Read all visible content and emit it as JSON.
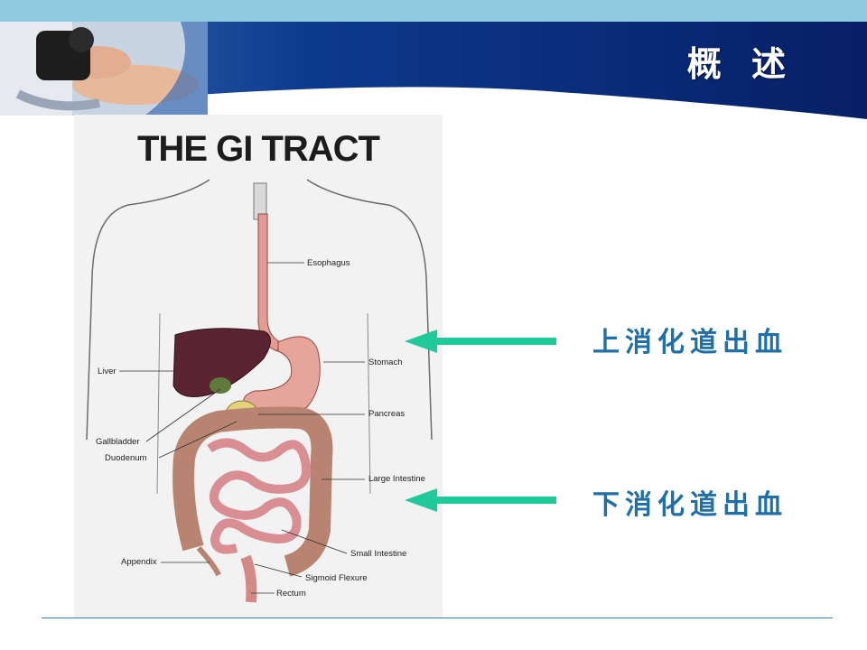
{
  "header": {
    "title": "概 述"
  },
  "figure": {
    "title": "THE GI TRACT",
    "labels": {
      "esophagus": "Esophagus",
      "stomach": "Stomach",
      "liver": "Liver",
      "pancreas": "Pancreas",
      "gallbladder": "Gallbladder",
      "duodenum": "Duodenum",
      "large_intestine": "Large Intestine",
      "small_intestine": "Small Intestine",
      "appendix": "Appendix",
      "sigmoid_flexure": "Sigmoid Flexure",
      "rectum": "Rectum"
    }
  },
  "annotations": {
    "upper": "上消化道出血",
    "lower": "下消化道出血"
  },
  "colors": {
    "banner_dark": "#0a2a7a",
    "banner_light": "#8ec9df",
    "arrow": "#1fc99a",
    "label": "#1f6fa8"
  }
}
